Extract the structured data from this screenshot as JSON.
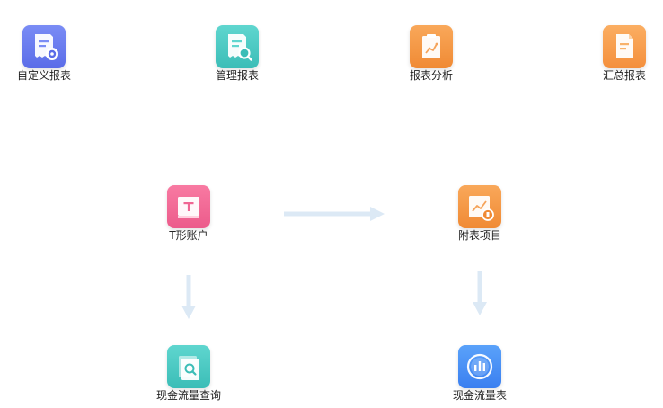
{
  "colors": {
    "arrow": "#dce9f5",
    "label": "#222222"
  },
  "top_row": [
    {
      "label": "自定义报表",
      "icon": "report-gear-icon",
      "gradient": [
        "#7a8cf5",
        "#5a6ce8"
      ]
    },
    {
      "label": "管理报表",
      "icon": "report-search-icon",
      "gradient": [
        "#5fd6cf",
        "#3bbdb7"
      ]
    },
    {
      "label": "报表分析",
      "icon": "clipboard-chart-icon",
      "gradient": [
        "#f9a85a",
        "#f08a34"
      ]
    },
    {
      "label": "汇总报表",
      "icon": "document-icon",
      "gradient": [
        "#fbae62",
        "#f48f3c"
      ]
    }
  ],
  "flow": {
    "t_account": {
      "label": "T形账户",
      "icon": "t-account-icon",
      "gradient": [
        "#f87aa2",
        "#ec5b8b"
      ]
    },
    "notes_items": {
      "label": "附表项目",
      "icon": "chart-coin-icon",
      "gradient": [
        "#f9a85a",
        "#f08a34"
      ]
    },
    "cashflow_query": {
      "label": "现金流量查询",
      "icon": "document-search-icon",
      "gradient": [
        "#5fd6cf",
        "#3bbdb7"
      ]
    },
    "cashflow_statement": {
      "label": "现金流量表",
      "icon": "bar-chart-circle-icon",
      "gradient": [
        "#5aa2fa",
        "#3a7ff0"
      ]
    }
  }
}
